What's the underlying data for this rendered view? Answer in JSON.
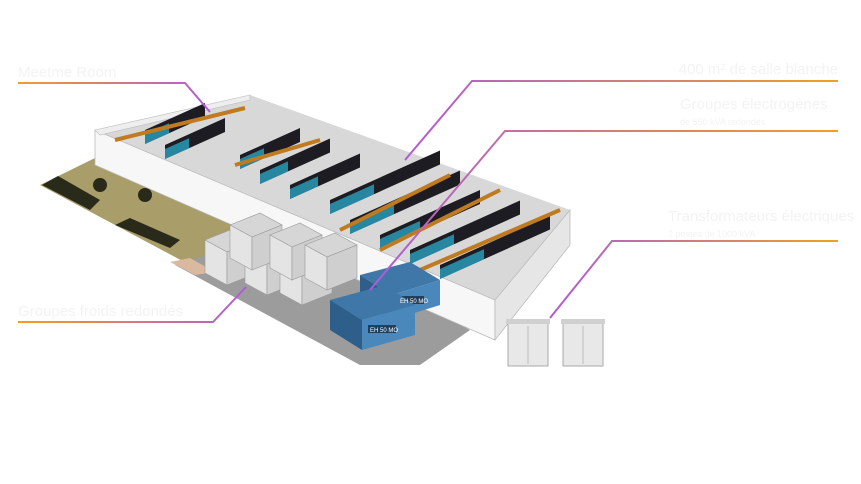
{
  "labels": {
    "meetme_room": "Meetme Room",
    "cooling": "Groupes froids redondés",
    "white_room": "400 m² de salle blanche",
    "generators_title": "Groupes électrogènes",
    "generators_sub": "de 550 kVA redondés",
    "transformers_title": "Transformateurs électriques",
    "transformers_sub": "2 postes de 1000 kVA"
  },
  "generator_badge": "EH 50 MO",
  "colors": {
    "line_orange": "#f0a020",
    "line_purple": "#b05ad8",
    "rack_accent": "#2aa3c0",
    "beam": "#c07a20",
    "grass": "#a99d6a"
  }
}
